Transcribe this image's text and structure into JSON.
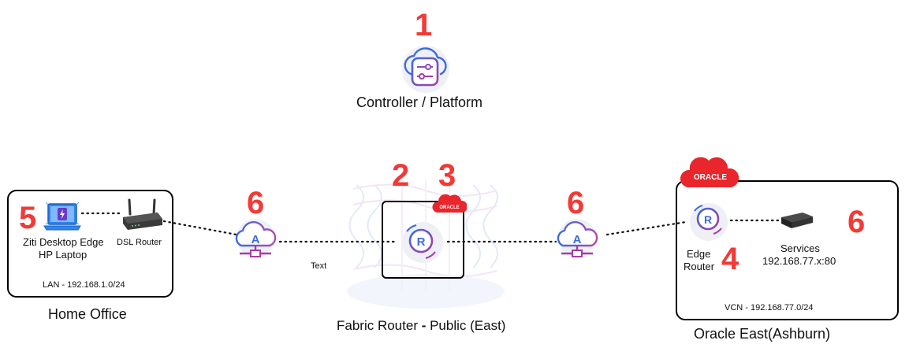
{
  "markers": {
    "controller": "1",
    "fabric_router": "2",
    "fabric_oracle": "3",
    "edge_router": "4",
    "desktop_edge": "5",
    "access_left": "6",
    "access_right": "6",
    "services": "6"
  },
  "controller": {
    "label": "Controller / Platform",
    "icon": "controller-cloud-icon"
  },
  "home_office": {
    "title": "Home Office",
    "laptop_label_line1": "Ziti Desktop Edge",
    "laptop_label_line2": "HP Laptop",
    "router_label": "DSL Router",
    "lan_label": "LAN - 192.168.1.0/24"
  },
  "fabric": {
    "label_prefix": "Fabric Router ",
    "label_dash": "-",
    "label_suffix": " Public (East)",
    "router_letter": "R",
    "oracle_text": "ORACLE"
  },
  "link_text": "Text",
  "access_letter": "A",
  "oracle_east": {
    "title": "Oracle East(Ashburn)",
    "oracle_text": "ORACLE",
    "edge_router_line1": "Edge",
    "edge_router_line2": "Router",
    "router_letter": "R",
    "services_line1": "Services",
    "services_line2": "192.168.77.x:80",
    "vcn_label": "VCN - 192.168.77.0/24"
  },
  "colors": {
    "marker": "#f23a36",
    "oracle": "#e8262b",
    "icon_blue": "#3d6bdc",
    "icon_purple": "#a83aa8"
  }
}
